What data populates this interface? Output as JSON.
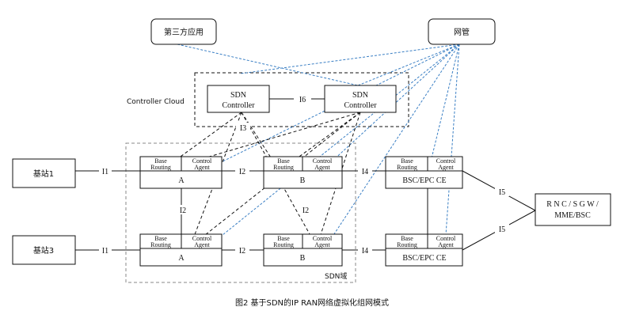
{
  "nodes": {
    "third_party_app": "第三方应用",
    "nms": "网管",
    "sdn_controller_1": [
      "SDN",
      "Controller"
    ],
    "sdn_controller_2": [
      "SDN",
      "Controller"
    ],
    "base_station_1": "基站1",
    "base_station_3": "基站3",
    "rnc": [
      "R N C / S G W /",
      "MME/BSC"
    ],
    "router_top_a": {
      "base": [
        "Base",
        "Routing"
      ],
      "agent": [
        "Control",
        "Agent"
      ],
      "name": "A"
    },
    "router_top_b": {
      "base": [
        "Base",
        "Routing"
      ],
      "agent": [
        "Control",
        "Agent"
      ],
      "name": "B"
    },
    "router_top_ce": {
      "base": [
        "Base",
        "Routing"
      ],
      "agent": [
        "Control",
        "Agent"
      ],
      "name": "BSC/EPC CE"
    },
    "router_bot_a": {
      "base": [
        "Base",
        "Routing"
      ],
      "agent": [
        "Control",
        "Agent"
      ],
      "name": "A"
    },
    "router_bot_b": {
      "base": [
        "Base",
        "Routing"
      ],
      "agent": [
        "Control",
        "Agent"
      ],
      "name": "B"
    },
    "router_bot_ce": {
      "base": [
        "Base",
        "Routing"
      ],
      "agent": [
        "Control",
        "Agent"
      ],
      "name": "BSC/EPC CE"
    }
  },
  "regions": {
    "controller_cloud": "Controller Cloud",
    "sdn_domain": "SDN域"
  },
  "interfaces": {
    "i6": "I6",
    "i3": "I3",
    "i1_top": "I1",
    "i1_bot": "I1",
    "i2_top": "I2",
    "i2_bot": "I2",
    "i2_left_v": "I2",
    "i2_mid_v": "I2",
    "i4_top": "I4",
    "i4_bot": "I4",
    "i5_top": "I5",
    "i5_bot": "I5"
  },
  "caption": "图2  基于SDN的IP RAN网络虚拟化组网模式",
  "colors": {
    "mgmt_link": "#3a7fc4",
    "control_link": "#111111",
    "region_border": "#888888"
  }
}
